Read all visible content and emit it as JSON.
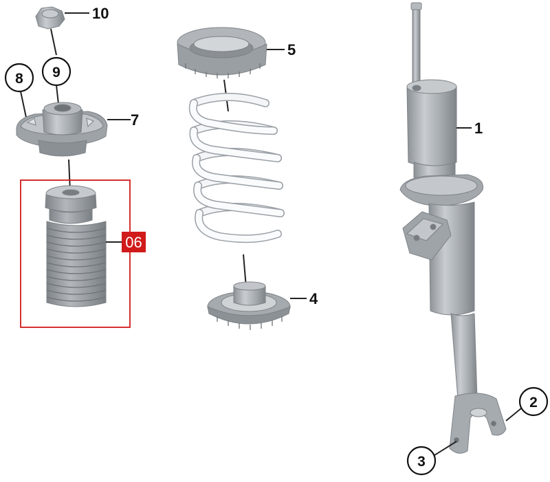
{
  "diagram": {
    "labels": {
      "part_1": "1",
      "part_2": "2",
      "part_3": "3",
      "part_4": "4",
      "part_5": "5",
      "part_7": "7",
      "part_8": "8",
      "part_9": "9",
      "part_10": "10",
      "highlight": "06"
    },
    "colors": {
      "part_metal": "#a8adb2",
      "part_shadow": "#868b90",
      "part_highlight": "#cdd1d5",
      "spring_white": "#f4f5f6",
      "highlight_box": "#d11a1a",
      "leader_line": "#222222"
    }
  }
}
